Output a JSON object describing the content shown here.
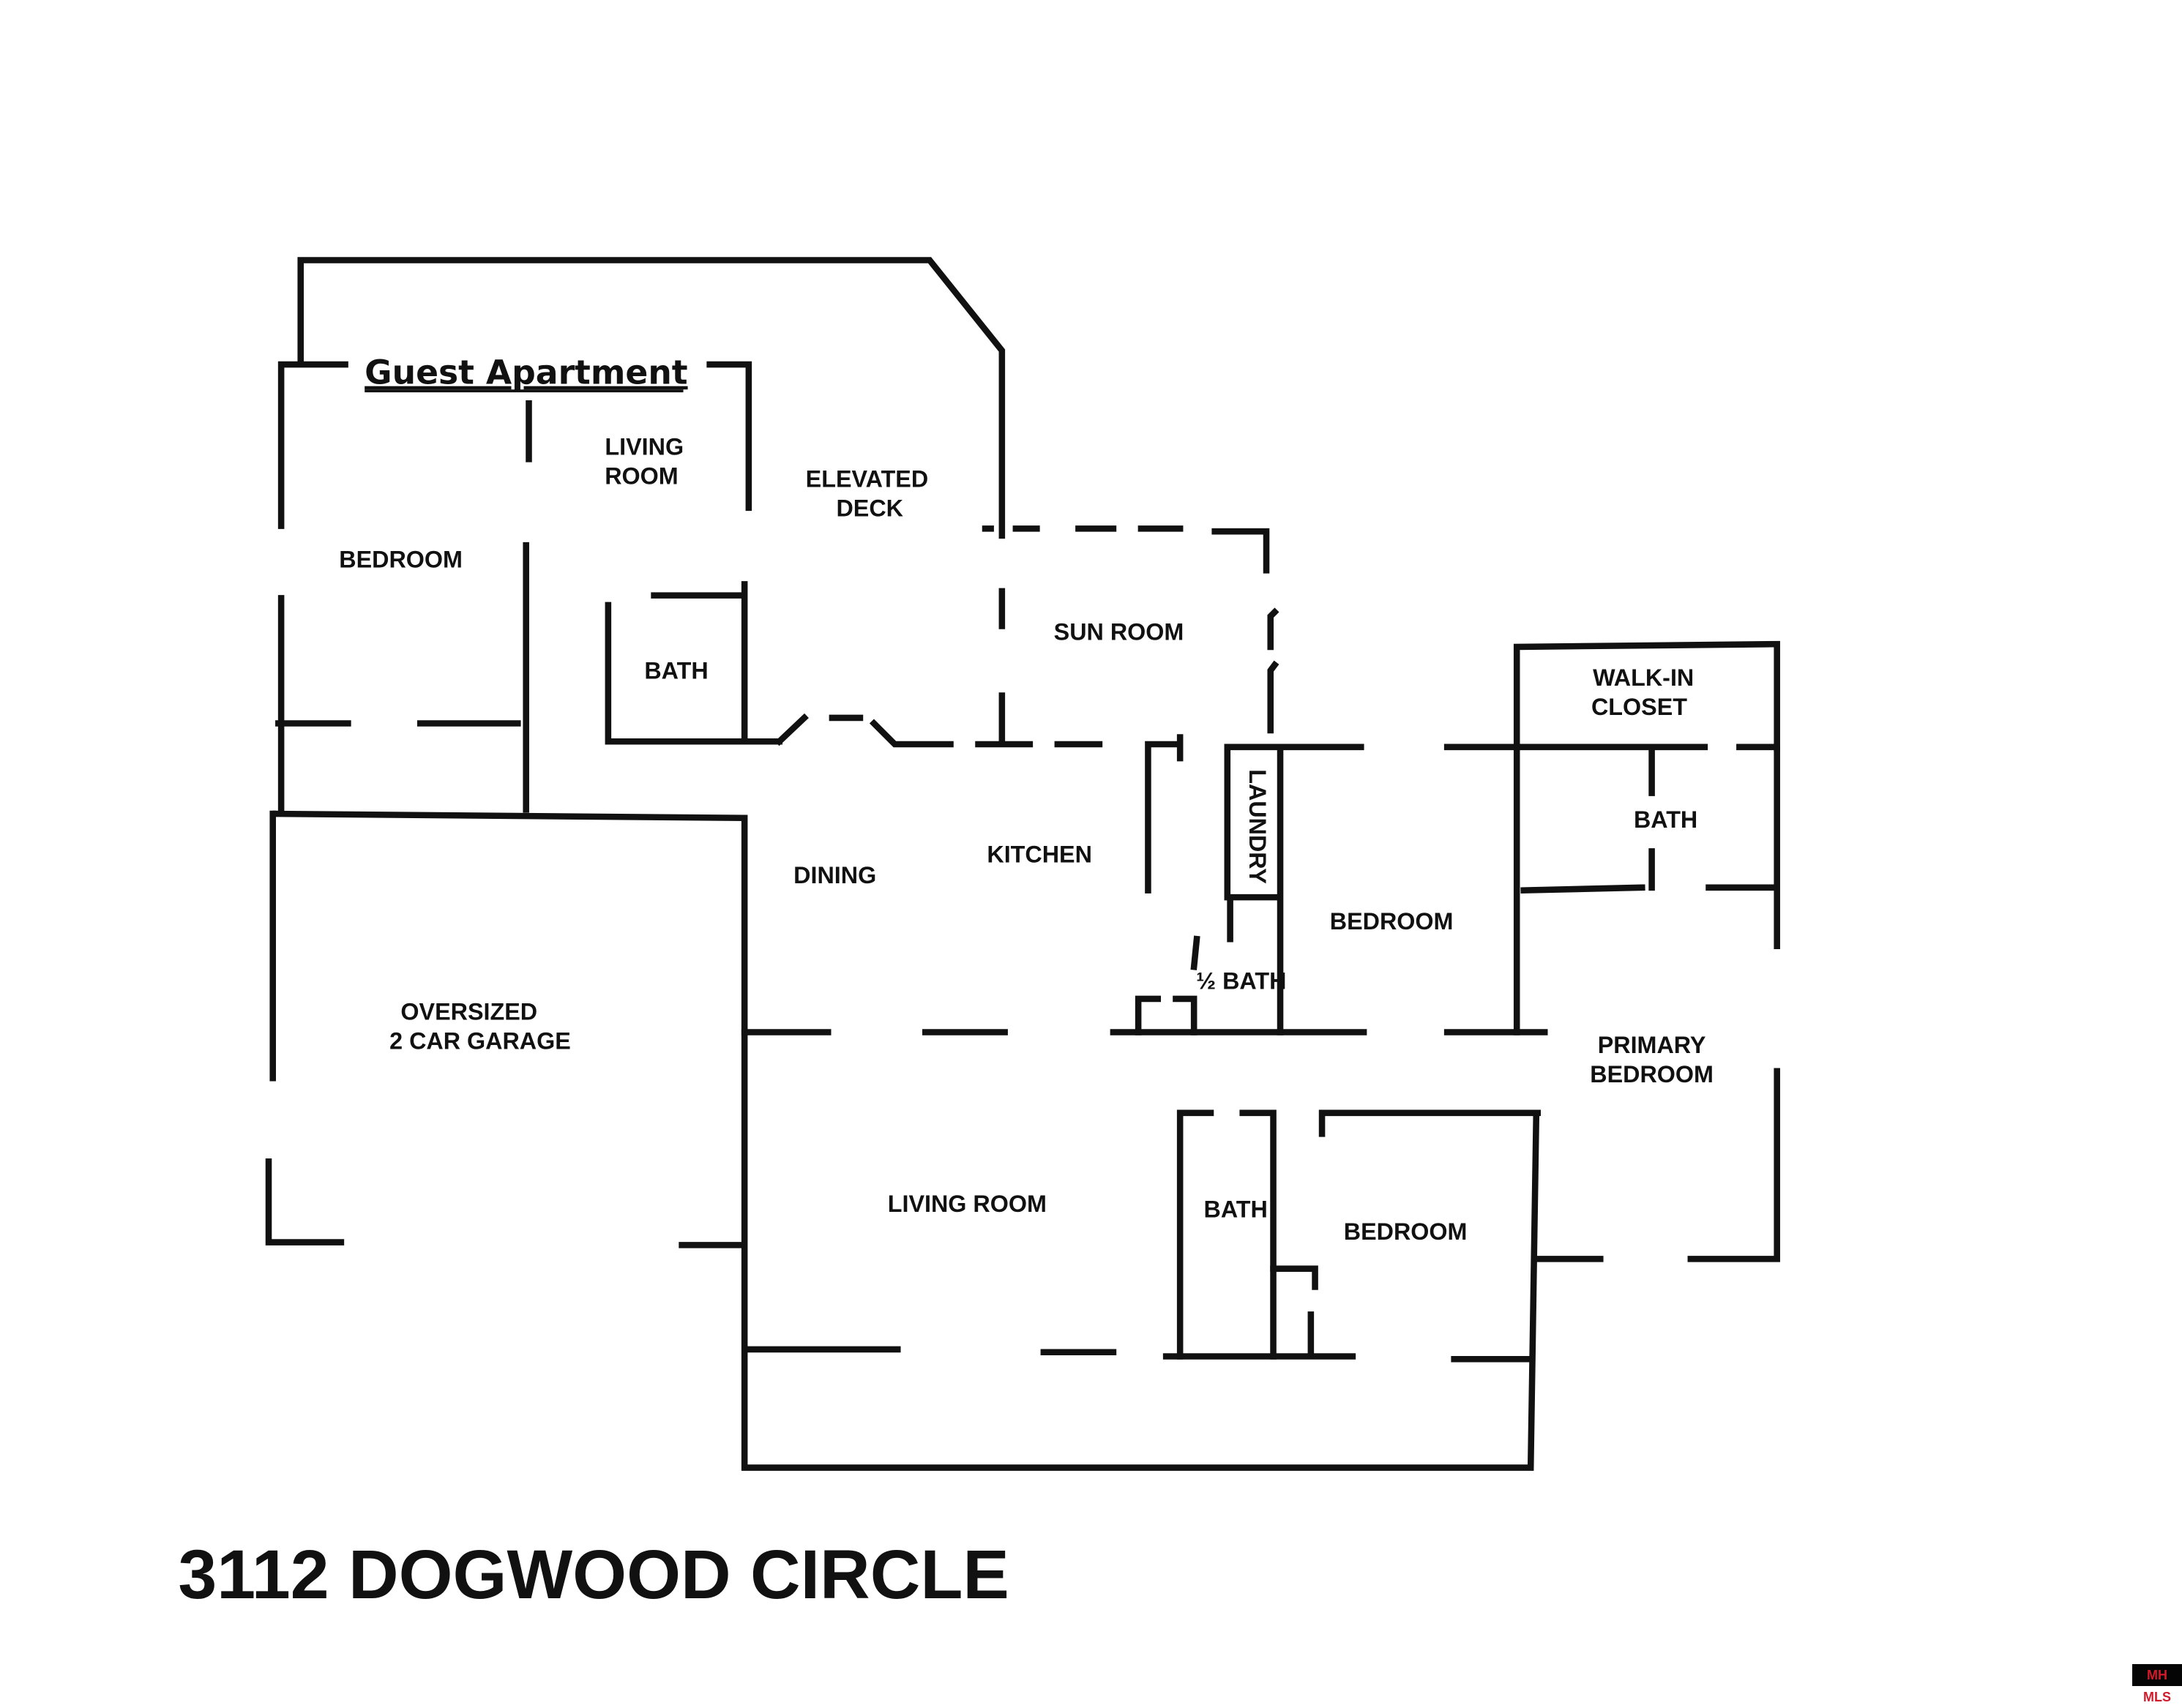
{
  "title": "3112 DOGWOOD CIRCLE",
  "badge": "MH MLS",
  "colors": {
    "walls": "#111111",
    "badge_bg": "#050505",
    "badge_text": "#d21a2a"
  },
  "rooms": {
    "guest_apartment": "Guest Apartment",
    "guest_living_1": "LIVING",
    "guest_living_2": "ROOM",
    "elevated_deck_1": "ELEVATED",
    "elevated_deck_2": "DECK",
    "guest_bedroom": "BEDROOM",
    "guest_bath": "BATH",
    "sun_room": "SUN ROOM",
    "walk_in_1": "WALK-IN",
    "walk_in_2": "CLOSET",
    "primary_bath": "BATH",
    "laundry": "LAUNDRY",
    "kitchen": "KITCHEN",
    "dining": "DINING",
    "bedroom_mid": "BEDROOM",
    "half_bath": "½ BATH",
    "garage_1": "OVERSIZED",
    "garage_2": "2 CAR GARAGE",
    "primary_1": "PRIMARY",
    "primary_2": "BEDROOM",
    "living_room": "LIVING ROOM",
    "bath_lower": "BATH",
    "bedroom_lower": "BEDROOM"
  }
}
